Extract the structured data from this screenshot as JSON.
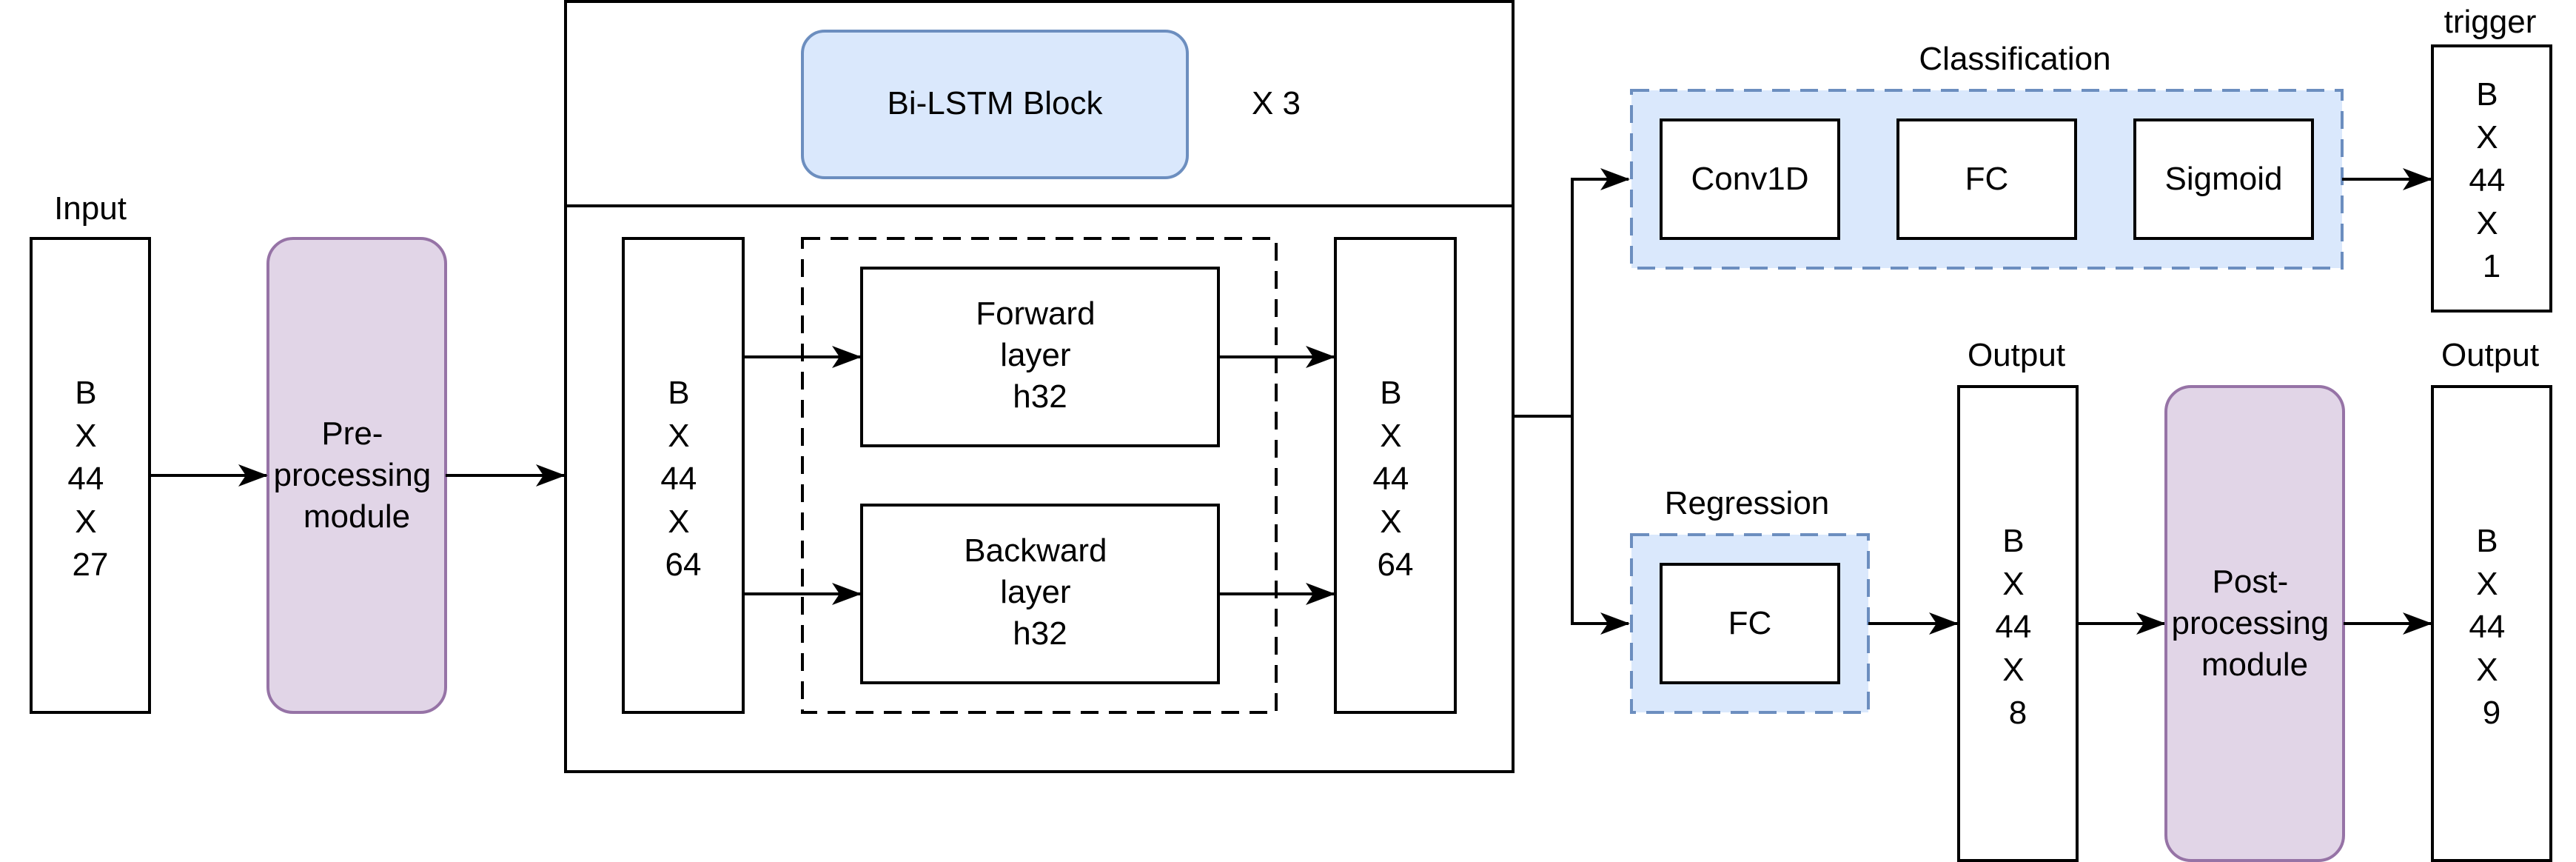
{
  "input": {
    "label": "Input",
    "tensor": [
      "B",
      "X",
      "44",
      "X",
      "27"
    ]
  },
  "preprocessing": {
    "lines": [
      "Pre-",
      "processing",
      "module"
    ]
  },
  "bilstm": {
    "block_label": "Bi-LSTM Block",
    "repeat": "X 3",
    "in_tensor": [
      "B",
      "X",
      "44",
      "X",
      "64"
    ],
    "out_tensor": [
      "B",
      "X",
      "44",
      "X",
      "64"
    ],
    "forward": [
      "Forward",
      "layer",
      "h32"
    ],
    "backward": [
      "Backward",
      "layer",
      "h32"
    ]
  },
  "classification": {
    "label": "Classification",
    "conv": "Conv1D",
    "fc": "FC",
    "sigmoid": "Sigmoid"
  },
  "trigger": {
    "label": "trigger",
    "tensor": [
      "B",
      "X",
      "44",
      "X",
      "1"
    ]
  },
  "regression": {
    "label": "Regression",
    "fc": "FC"
  },
  "output_mid": {
    "label": "Output",
    "tensor": [
      "B",
      "X",
      "44",
      "X",
      "8"
    ]
  },
  "postprocessing": {
    "lines": [
      "Post-",
      "processing",
      "module"
    ]
  },
  "output_final": {
    "label": "Output",
    "tensor": [
      "B",
      "X",
      "44",
      "X",
      "9"
    ]
  },
  "colors": {
    "block_blue_fill": "#dae8fc",
    "block_blue_stroke": "#6c8ebf",
    "module_purple_fill": "#e1d5e7",
    "module_purple_stroke": "#9673a6",
    "line": "#000000"
  }
}
